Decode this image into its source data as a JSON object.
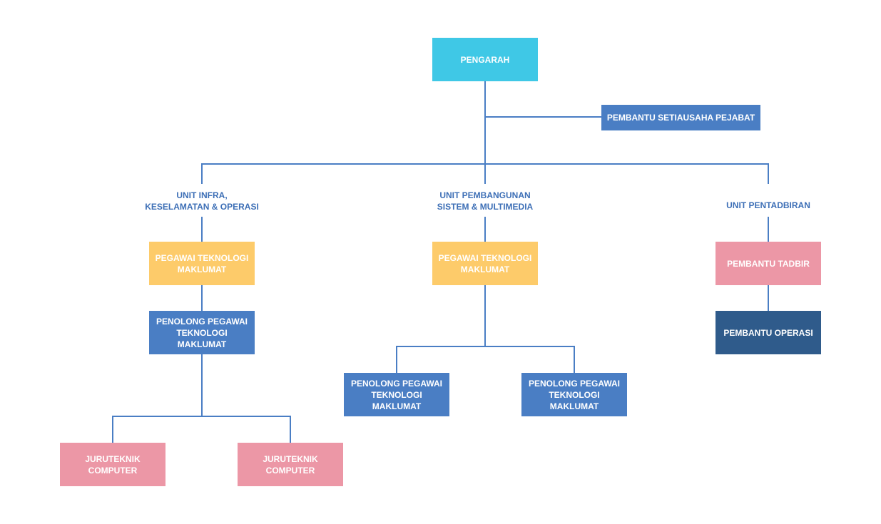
{
  "colors": {
    "line": "#4a7ec4",
    "cyan": "#3fc8e6",
    "blue": "#4a7ec4",
    "yellow": "#fdcb6a",
    "pink": "#ec97a6",
    "navy": "#2f5b8b",
    "label": "#3d6fb6"
  },
  "nodes": {
    "pengarah": "PENGARAH",
    "pembantu_setiausaha": "PEMBANTU SETIAUSAHA PEJABAT",
    "units": [
      {
        "label": "UNIT INFRA,\nKESELAMATAN & OPERASI",
        "officer": "PEGAWAI TEKNOLOGI\nMAKLUMAT",
        "assistant": "PENOLONG PEGAWAI\nTEKNOLOGI MAKLUMAT",
        "technicians": [
          "JURUTEKNIK\nCOMPUTER",
          "JURUTEKNIK\nCOMPUTER"
        ]
      },
      {
        "label": "UNIT PEMBANGUNAN\nSISTEM & MULTIMEDIA",
        "officer": "PEGAWAI TEKNOLOGI\nMAKLUMAT",
        "assistants": [
          "PENOLONG PEGAWAI\nTEKNOLOGI MAKLUMAT",
          "PENOLONG PEGAWAI\nTEKNOLOGI MAKLUMAT"
        ]
      },
      {
        "label": "UNIT PENTADBIRAN",
        "tadbir": "PEMBANTU TADBIR",
        "operasi": "PEMBANTU OPERASI"
      }
    ]
  }
}
